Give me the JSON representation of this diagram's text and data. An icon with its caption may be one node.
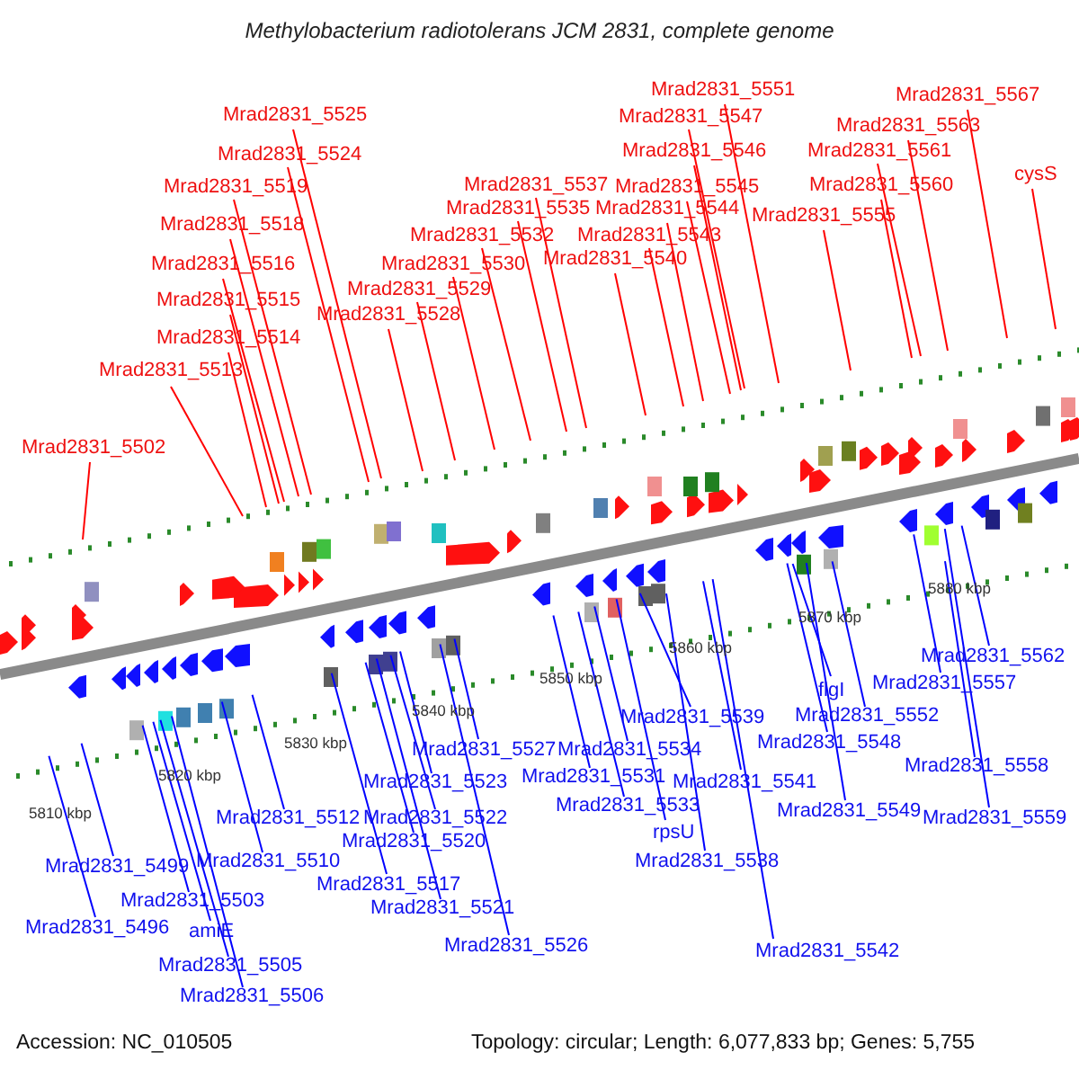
{
  "diagram": {
    "title": "Methylobacterium radiotolerans JCM 2831, complete genome",
    "nodes": [
      {
        "text": [
          "Mrad2831_5502"
        ]
      },
      {
        "text": [
          "Mrad2831_5513"
        ]
      },
      {
        "text": [
          "Mrad2831_5514"
        ]
      },
      {
        "text": [
          "Mrad2831_5515"
        ]
      },
      {
        "text": [
          "Mrad2831_5516"
        ]
      },
      {
        "text": [
          "Mrad2831_5518"
        ]
      },
      {
        "text": [
          "Mrad2831_5519"
        ]
      },
      {
        "text": [
          "Mrad2831_5524"
        ]
      },
      {
        "text": [
          "Mrad2831_5525"
        ]
      },
      {
        "text": [
          "Mrad2831_5528"
        ]
      },
      {
        "text": [
          "Mrad2831_5529"
        ]
      },
      {
        "text": [
          "Mrad2831_5530"
        ]
      },
      {
        "text": [
          "Mrad2831_5532"
        ]
      },
      {
        "text": [
          "Mrad2831_5535"
        ]
      },
      {
        "text": [
          "Mrad2831_5537"
        ]
      },
      {
        "text": [
          "Mrad2831_5540"
        ]
      },
      {
        "text": [
          "Mrad2831_5543"
        ]
      },
      {
        "text": [
          "Mrad2831_5544"
        ]
      },
      {
        "text": [
          "Mrad2831_5545"
        ]
      },
      {
        "text": [
          "Mrad2831_5546"
        ]
      },
      {
        "text": [
          "Mrad2831_5547"
        ]
      },
      {
        "text": [
          "Mrad2831_5551"
        ]
      },
      {
        "text": [
          "Mrad2831_5555"
        ]
      },
      {
        "text": [
          "Mrad2831_5560"
        ]
      },
      {
        "text": [
          "Mrad2831_5561"
        ]
      },
      {
        "text": [
          "Mrad2831_5563"
        ]
      },
      {
        "text": [
          "Mrad2831_5567"
        ]
      },
      {
        "text": [
          "cysS"
        ]
      },
      {
        "text": [
          "Mrad2831_5496"
        ]
      },
      {
        "text": [
          "Mrad2831_5499"
        ]
      },
      {
        "text": [
          "Mrad2831_5503"
        ]
      },
      {
        "text": [
          "amiE"
        ]
      },
      {
        "text": [
          "Mrad2831_5505"
        ]
      },
      {
        "text": [
          "Mrad2831_5506"
        ]
      },
      {
        "text": [
          "Mrad2831_5510"
        ]
      },
      {
        "text": [
          "Mrad2831_5512"
        ]
      },
      {
        "text": [
          "Mrad2831_5517"
        ]
      },
      {
        "text": [
          "Mrad2831_5520"
        ]
      },
      {
        "text": [
          "Mrad2831_5521"
        ]
      },
      {
        "text": [
          "Mrad2831_5522"
        ]
      },
      {
        "text": [
          "Mrad2831_5523"
        ]
      },
      {
        "text": [
          "Mrad2831_5526"
        ]
      },
      {
        "text": [
          "Mrad2831_5527"
        ]
      },
      {
        "text": [
          "Mrad2831_5531"
        ]
      },
      {
        "text": [
          "Mrad2831_5533"
        ]
      },
      {
        "text": [
          "Mrad2831_5534"
        ]
      },
      {
        "text": [
          "rpsU"
        ]
      },
      {
        "text": [
          "Mrad2831_5539"
        ]
      },
      {
        "text": [
          "Mrad2831_5538"
        ]
      },
      {
        "text": [
          "Mrad2831_5541"
        ]
      },
      {
        "text": [
          "Mrad2831_5542"
        ]
      },
      {
        "text": [
          "flgI"
        ]
      },
      {
        "text": [
          "Mrad2831_5552"
        ]
      },
      {
        "text": [
          "Mrad2831_5548"
        ]
      },
      {
        "text": [
          "Mrad2831_5549"
        ]
      },
      {
        "text": [
          "Mrad2831_5557"
        ]
      },
      {
        "text": [
          "Mrad2831_5562"
        ]
      },
      {
        "text": [
          "Mrad2831_5558"
        ]
      },
      {
        "text": [
          "Mrad2831_5559"
        ]
      }
    ],
    "edges": [
      {
        "from": 0,
        "to": null,
        "arrow": "none",
        "color": "#ff0000"
      },
      {
        "from": 1,
        "to": null,
        "arrow": "none",
        "color": "#ff0000"
      },
      {
        "from": 2,
        "to": null,
        "arrow": "none",
        "color": "#ff0000"
      },
      {
        "from": 3,
        "to": null,
        "arrow": "none",
        "color": "#ff0000"
      },
      {
        "from": 4,
        "to": null,
        "arrow": "none",
        "color": "#ff0000"
      },
      {
        "from": 5,
        "to": null,
        "arrow": "none",
        "color": "#ff0000"
      },
      {
        "from": 6,
        "to": null,
        "arrow": "none",
        "color": "#ff0000"
      },
      {
        "from": 7,
        "to": null,
        "arrow": "none",
        "color": "#ff0000"
      },
      {
        "from": 8,
        "to": null,
        "arrow": "none",
        "color": "#ff0000"
      },
      {
        "from": 9,
        "to": null,
        "arrow": "none",
        "color": "#ff0000"
      },
      {
        "from": 10,
        "to": null,
        "arrow": "none",
        "color": "#ff0000"
      },
      {
        "from": 11,
        "to": null,
        "arrow": "none",
        "color": "#ff0000"
      },
      {
        "from": 12,
        "to": null,
        "arrow": "none",
        "color": "#ff0000"
      },
      {
        "from": 13,
        "to": null,
        "arrow": "none",
        "color": "#ff0000"
      },
      {
        "from": 14,
        "to": null,
        "arrow": "none",
        "color": "#ff0000"
      },
      {
        "from": 15,
        "to": null,
        "arrow": "none",
        "color": "#ff0000"
      },
      {
        "from": 16,
        "to": null,
        "arrow": "none",
        "color": "#ff0000"
      },
      {
        "from": 17,
        "to": null,
        "arrow": "none",
        "color": "#ff0000"
      },
      {
        "from": 18,
        "to": null,
        "arrow": "none",
        "color": "#ff0000"
      },
      {
        "from": 19,
        "to": null,
        "arrow": "none",
        "color": "#ff0000"
      },
      {
        "from": 20,
        "to": null,
        "arrow": "none",
        "color": "#ff0000"
      },
      {
        "from": 21,
        "to": null,
        "arrow": "none",
        "color": "#ff0000"
      },
      {
        "from": 22,
        "to": null,
        "arrow": "none",
        "color": "#ff0000"
      },
      {
        "from": 23,
        "to": null,
        "arrow": "none",
        "color": "#ff0000"
      },
      {
        "from": 24,
        "to": null,
        "arrow": "none",
        "color": "#ff0000"
      },
      {
        "from": 25,
        "to": null,
        "arrow": "none",
        "color": "#ff0000"
      },
      {
        "from": 26,
        "to": null,
        "arrow": "none",
        "color": "#ff0000"
      },
      {
        "from": 27,
        "to": null,
        "arrow": "none",
        "color": "#ff0000"
      },
      {
        "from": 28,
        "to": null,
        "arrow": "none",
        "color": "#0000ff"
      },
      {
        "from": 29,
        "to": null,
        "arrow": "none",
        "color": "#0000ff"
      },
      {
        "from": 30,
        "to": null,
        "arrow": "none",
        "color": "#0000ff"
      },
      {
        "from": 31,
        "to": null,
        "arrow": "none",
        "color": "#0000ff"
      },
      {
        "from": 32,
        "to": null,
        "arrow": "none",
        "color": "#0000ff"
      },
      {
        "from": 33,
        "to": null,
        "arrow": "none",
        "color": "#0000ff"
      },
      {
        "from": 34,
        "to": null,
        "arrow": "none",
        "color": "#0000ff"
      },
      {
        "from": 35,
        "to": null,
        "arrow": "none",
        "color": "#0000ff"
      },
      {
        "from": 36,
        "to": null,
        "arrow": "none",
        "color": "#0000ff"
      },
      {
        "from": 37,
        "to": null,
        "arrow": "none",
        "color": "#0000ff"
      },
      {
        "from": 38,
        "to": null,
        "arrow": "none",
        "color": "#0000ff"
      },
      {
        "from": 39,
        "to": null,
        "arrow": "none",
        "color": "#0000ff"
      },
      {
        "from": 40,
        "to": null,
        "arrow": "none",
        "color": "#0000ff"
      },
      {
        "from": 41,
        "to": null,
        "arrow": "none",
        "color": "#0000ff"
      },
      {
        "from": 42,
        "to": null,
        "arrow": "none",
        "color": "#0000ff"
      },
      {
        "from": 43,
        "to": null,
        "arrow": "none",
        "color": "#0000ff"
      },
      {
        "from": 44,
        "to": null,
        "arrow": "none",
        "color": "#0000ff"
      },
      {
        "from": 45,
        "to": null,
        "arrow": "none",
        "color": "#0000ff"
      },
      {
        "from": 46,
        "to": null,
        "arrow": "none",
        "color": "#0000ff"
      },
      {
        "from": 47,
        "to": null,
        "arrow": "none",
        "color": "#0000ff"
      },
      {
        "from": 48,
        "to": null,
        "arrow": "none",
        "color": "#0000ff"
      },
      {
        "from": 49,
        "to": null,
        "arrow": "none",
        "color": "#0000ff"
      },
      {
        "from": 50,
        "to": null,
        "arrow": "none",
        "color": "#0000ff"
      },
      {
        "from": 51,
        "to": null,
        "arrow": "none",
        "color": "#0000ff"
      },
      {
        "from": 52,
        "to": null,
        "arrow": "none",
        "color": "#0000ff"
      },
      {
        "from": 53,
        "to": null,
        "arrow": "none",
        "color": "#0000ff"
      },
      {
        "from": 54,
        "to": null,
        "arrow": "none",
        "color": "#0000ff"
      },
      {
        "from": 55,
        "to": null,
        "arrow": "none",
        "color": "#0000ff"
      },
      {
        "from": 56,
        "to": null,
        "arrow": "none",
        "color": "#0000ff"
      },
      {
        "from": 57,
        "to": null,
        "arrow": "none",
        "color": "#0000ff"
      },
      {
        "from": 58,
        "to": null,
        "arrow": "none",
        "color": "#0000ff"
      }
    ],
    "labels": [
      "5810 kbp",
      "5820 kbp",
      "5830 kbp",
      "5840 kbp",
      "5850 kbp",
      "5860 kbp",
      "5870 kbp",
      "5880 kbp",
      "Accession: NC_010505",
      "Topology: circular; Length: 6,077,833 bp; Genes: 5,755"
    ]
  }
}
